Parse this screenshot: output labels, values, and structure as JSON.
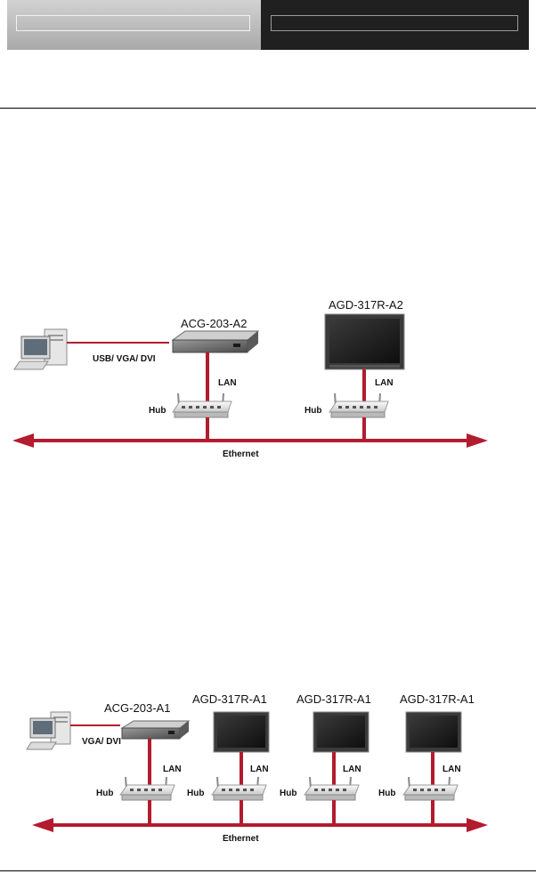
{
  "diagram1": {
    "source_label": "ACG-203-A2",
    "display_label": "AGD-317R-A2",
    "connection_label": "USB/ VGA/ DVI",
    "lan_label": "LAN",
    "hub_label": "Hub",
    "network_label": "Ethernet"
  },
  "diagram2": {
    "source_label": "ACG-203-A1",
    "display_labels": [
      "AGD-317R-A1",
      "AGD-317R-A1",
      "AGD-317R-A1"
    ],
    "connection_label": "VGA/ DVI",
    "lan_label": "LAN",
    "hub_label": "Hub",
    "network_label": "Ethernet"
  },
  "colors": {
    "cable": "#b31b2e",
    "header_dark": "#202020",
    "header_light": "#bdbdbd"
  }
}
